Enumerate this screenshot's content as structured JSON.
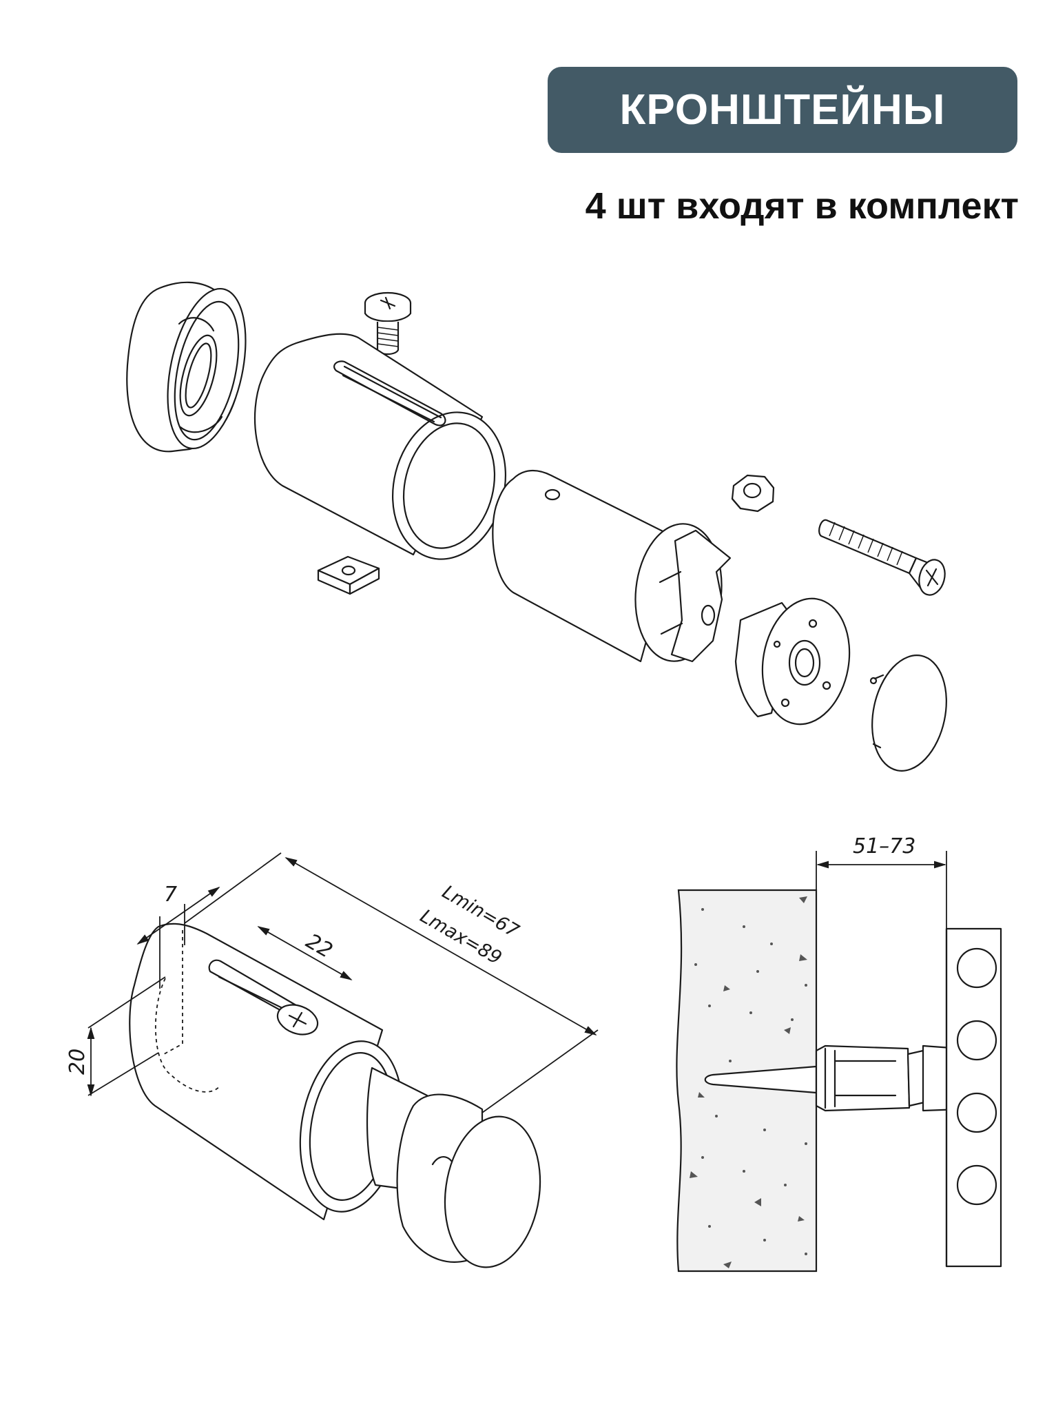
{
  "header": {
    "title": "КРОНШТЕЙНЫ",
    "subtitle": "4 шт входят в комплект"
  },
  "colors": {
    "badge_background": "#435a66",
    "badge_text": "#ffffff",
    "line": "#1a1a1a"
  },
  "assembly_dimensions": {
    "slot_offset": "7",
    "slot_length": "22",
    "l_min": "Lmin=67",
    "l_max": "Lmax=89",
    "diameter": "20"
  },
  "mount_dimensions": {
    "distance_range": "51–73"
  }
}
